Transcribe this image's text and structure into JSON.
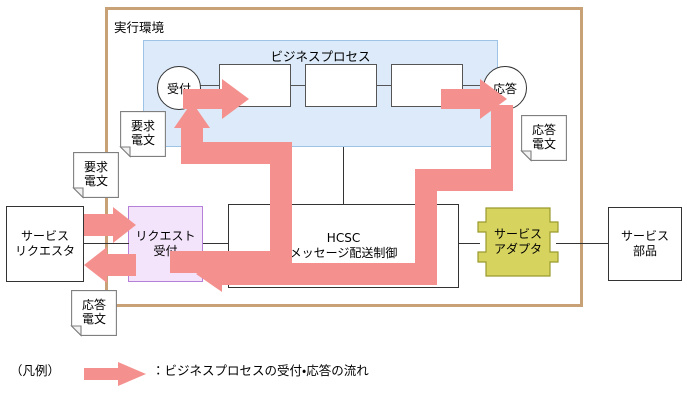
{
  "diagram": {
    "title": "実行環境",
    "colors": {
      "frame_brown": "#c9a176",
      "bp_fill": "#dceaf9",
      "bp_stroke": "#9dc3e6",
      "arrow_pink": "#f4918e",
      "lavender_fill": "#f3e4fb",
      "lavender_stroke": "#b67fd8",
      "olive_fill": "#d6d35f",
      "olive_stroke": "#9a9a2e",
      "box_stroke": "#333333",
      "note_stroke": "#7f7f7f"
    },
    "business_process": {
      "title": "ビジネスプロセス",
      "start_node": "受付",
      "end_node": "応答",
      "steps": [
        "",
        "",
        ""
      ]
    },
    "nodes": {
      "service_requester": "サービス\nリクエスタ",
      "request_reception": "リクエスト\n受付",
      "hcsc_line1": "HCSC",
      "hcsc_line2": "メッセージ配送制御",
      "service_adapter": "サービス\nアダプタ",
      "service_component": "サービス\n部品"
    },
    "notes": [
      {
        "id": "request-message-top",
        "line1": "要求",
        "line2": "電文"
      },
      {
        "id": "request-message-left",
        "line1": "要求",
        "line2": "電文"
      },
      {
        "id": "response-message-left",
        "line1": "応答",
        "line2": "電文"
      },
      {
        "id": "response-message-right",
        "line1": "応答",
        "line2": "電文"
      }
    ],
    "legend": {
      "label": "（凡例）",
      "arrow_icon": "thick-right-arrow-icon",
      "description": "：ビジネスプロセスの受付・応答の流れ"
    }
  }
}
